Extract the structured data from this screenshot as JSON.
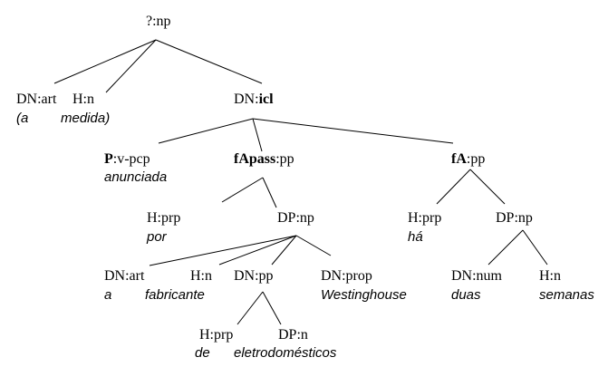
{
  "nodes": [
    {
      "pre": "?:np",
      "bold": "",
      "post": ""
    },
    {
      "pre": "DN:art",
      "bold": "",
      "post": ""
    },
    {
      "pre": "H:n",
      "bold": "",
      "post": ""
    },
    {
      "pre": "DN:",
      "bold": "icl",
      "post": ""
    },
    {
      "pre": "",
      "bold": "P",
      "post": ":v-pcp"
    },
    {
      "pre": "",
      "bold": "fApass",
      "post": ":pp"
    },
    {
      "pre": "",
      "bold": "fA",
      "post": ":pp"
    },
    {
      "pre": "H:prp",
      "bold": "",
      "post": ""
    },
    {
      "pre": "DP:np",
      "bold": "",
      "post": ""
    },
    {
      "pre": "H:prp",
      "bold": "",
      "post": ""
    },
    {
      "pre": "DP:np",
      "bold": "",
      "post": ""
    },
    {
      "pre": "DN:art",
      "bold": "",
      "post": ""
    },
    {
      "pre": "H:n",
      "bold": "",
      "post": ""
    },
    {
      "pre": "DN:pp",
      "bold": "",
      "post": ""
    },
    {
      "pre": "DN:prop",
      "bold": "",
      "post": ""
    },
    {
      "pre": "DN:num",
      "bold": "",
      "post": ""
    },
    {
      "pre": "H:n",
      "bold": "",
      "post": ""
    },
    {
      "pre": "H:prp",
      "bold": "",
      "post": ""
    },
    {
      "pre": "DP:n",
      "bold": "",
      "post": ""
    }
  ],
  "words": [
    "(a",
    "medida)",
    "anunciada",
    "por",
    "há",
    "a",
    "fabricante",
    "Westinghouse",
    "duas",
    "semanas",
    "de",
    "eletrodomésticos"
  ]
}
